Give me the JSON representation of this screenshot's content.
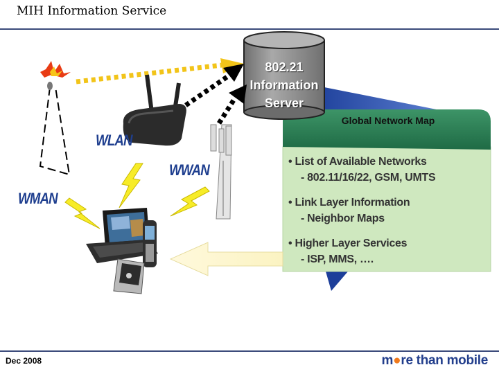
{
  "slide": {
    "title": "MIH Information Service",
    "footer_date": "Dec 2008",
    "brand": {
      "part1": "m",
      "dot": "●",
      "part2": "re than mobile"
    }
  },
  "labels": {
    "wlan": "WLAN",
    "wwan": "WWAN",
    "wman": "WMAN"
  },
  "server": {
    "line1": "802.21",
    "line2": "Information",
    "line3": "Server"
  },
  "network_map": {
    "title": "Global Network Map",
    "items": [
      {
        "heading": "• List of Available Networks",
        "detail": "- 802.11/16/22, GSM, UMTS"
      },
      {
        "heading": "• Link Layer Information",
        "detail": "- Neighbor Maps"
      },
      {
        "heading": "• Higher Layer Services",
        "detail": "- ISP, MMS, …."
      }
    ]
  },
  "colors": {
    "accent_blue": "#1f3f8f",
    "map_header_green": "#2e7d56",
    "map_body_green": "#cfe8bf",
    "server_gray": "#8a8a8a",
    "arrow_yellow": "#f2c419",
    "lightning_yellow": "#f7ec28"
  },
  "icons": {
    "router": "wireless-router-icon",
    "tower": "cell-tower-icon",
    "wman": "wman-antenna-icon",
    "laptop": "laptop-icon",
    "pda": "pda-icon",
    "phone": "mobile-phone-icon"
  }
}
